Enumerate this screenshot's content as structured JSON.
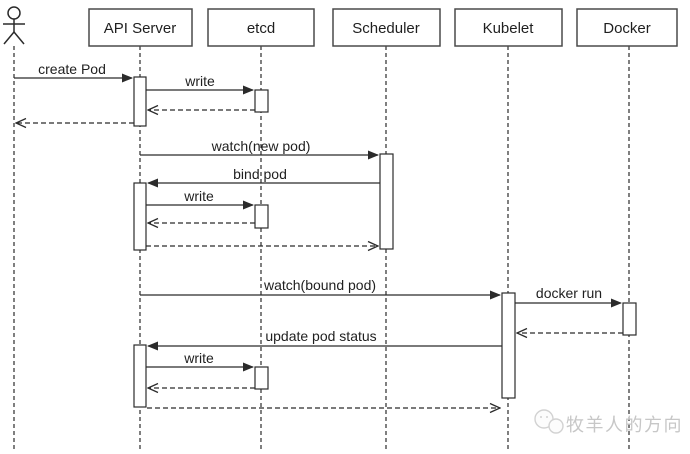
{
  "diagram": {
    "type": "uml-sequence",
    "participants": [
      {
        "label": "API Server"
      },
      {
        "label": "etcd"
      },
      {
        "label": "Scheduler"
      },
      {
        "label": "Kubelet"
      },
      {
        "label": "Docker"
      }
    ],
    "messages": [
      {
        "label": "create Pod",
        "from": "actor",
        "to": "API Server",
        "kind": "sync"
      },
      {
        "label": "write",
        "from": "API Server",
        "to": "etcd",
        "kind": "sync"
      },
      {
        "label": "",
        "from": "etcd",
        "to": "API Server",
        "kind": "return"
      },
      {
        "label": "",
        "from": "API Server",
        "to": "actor",
        "kind": "return"
      },
      {
        "label": "watch(new pod)",
        "from": "API Server",
        "to": "Scheduler",
        "kind": "sync"
      },
      {
        "label": "bind pod",
        "from": "Scheduler",
        "to": "API Server",
        "kind": "sync"
      },
      {
        "label": "write",
        "from": "API Server",
        "to": "etcd",
        "kind": "sync"
      },
      {
        "label": "",
        "from": "etcd",
        "to": "API Server",
        "kind": "return"
      },
      {
        "label": "",
        "from": "API Server",
        "to": "Scheduler",
        "kind": "return"
      },
      {
        "label": "watch(bound pod)",
        "from": "API Server",
        "to": "Kubelet",
        "kind": "sync"
      },
      {
        "label": "docker run",
        "from": "Kubelet",
        "to": "Docker",
        "kind": "sync"
      },
      {
        "label": "",
        "from": "Docker",
        "to": "Kubelet",
        "kind": "return"
      },
      {
        "label": "update pod status",
        "from": "Kubelet",
        "to": "API Server",
        "kind": "sync"
      },
      {
        "label": "write",
        "from": "API Server",
        "to": "etcd",
        "kind": "sync"
      },
      {
        "label": "",
        "from": "etcd",
        "to": "API Server",
        "kind": "return"
      },
      {
        "label": "",
        "from": "API Server",
        "to": "Kubelet",
        "kind": "return"
      }
    ],
    "watermark": {
      "text": "牧羊人的方向",
      "icon": "chat-bubbles-icon"
    },
    "colors": {
      "line": "#2b2b2b",
      "box_border": "#4a4a4a",
      "text": "#1f1f1f",
      "watermark": "#c7c7c7",
      "background": "#ffffff"
    }
  }
}
